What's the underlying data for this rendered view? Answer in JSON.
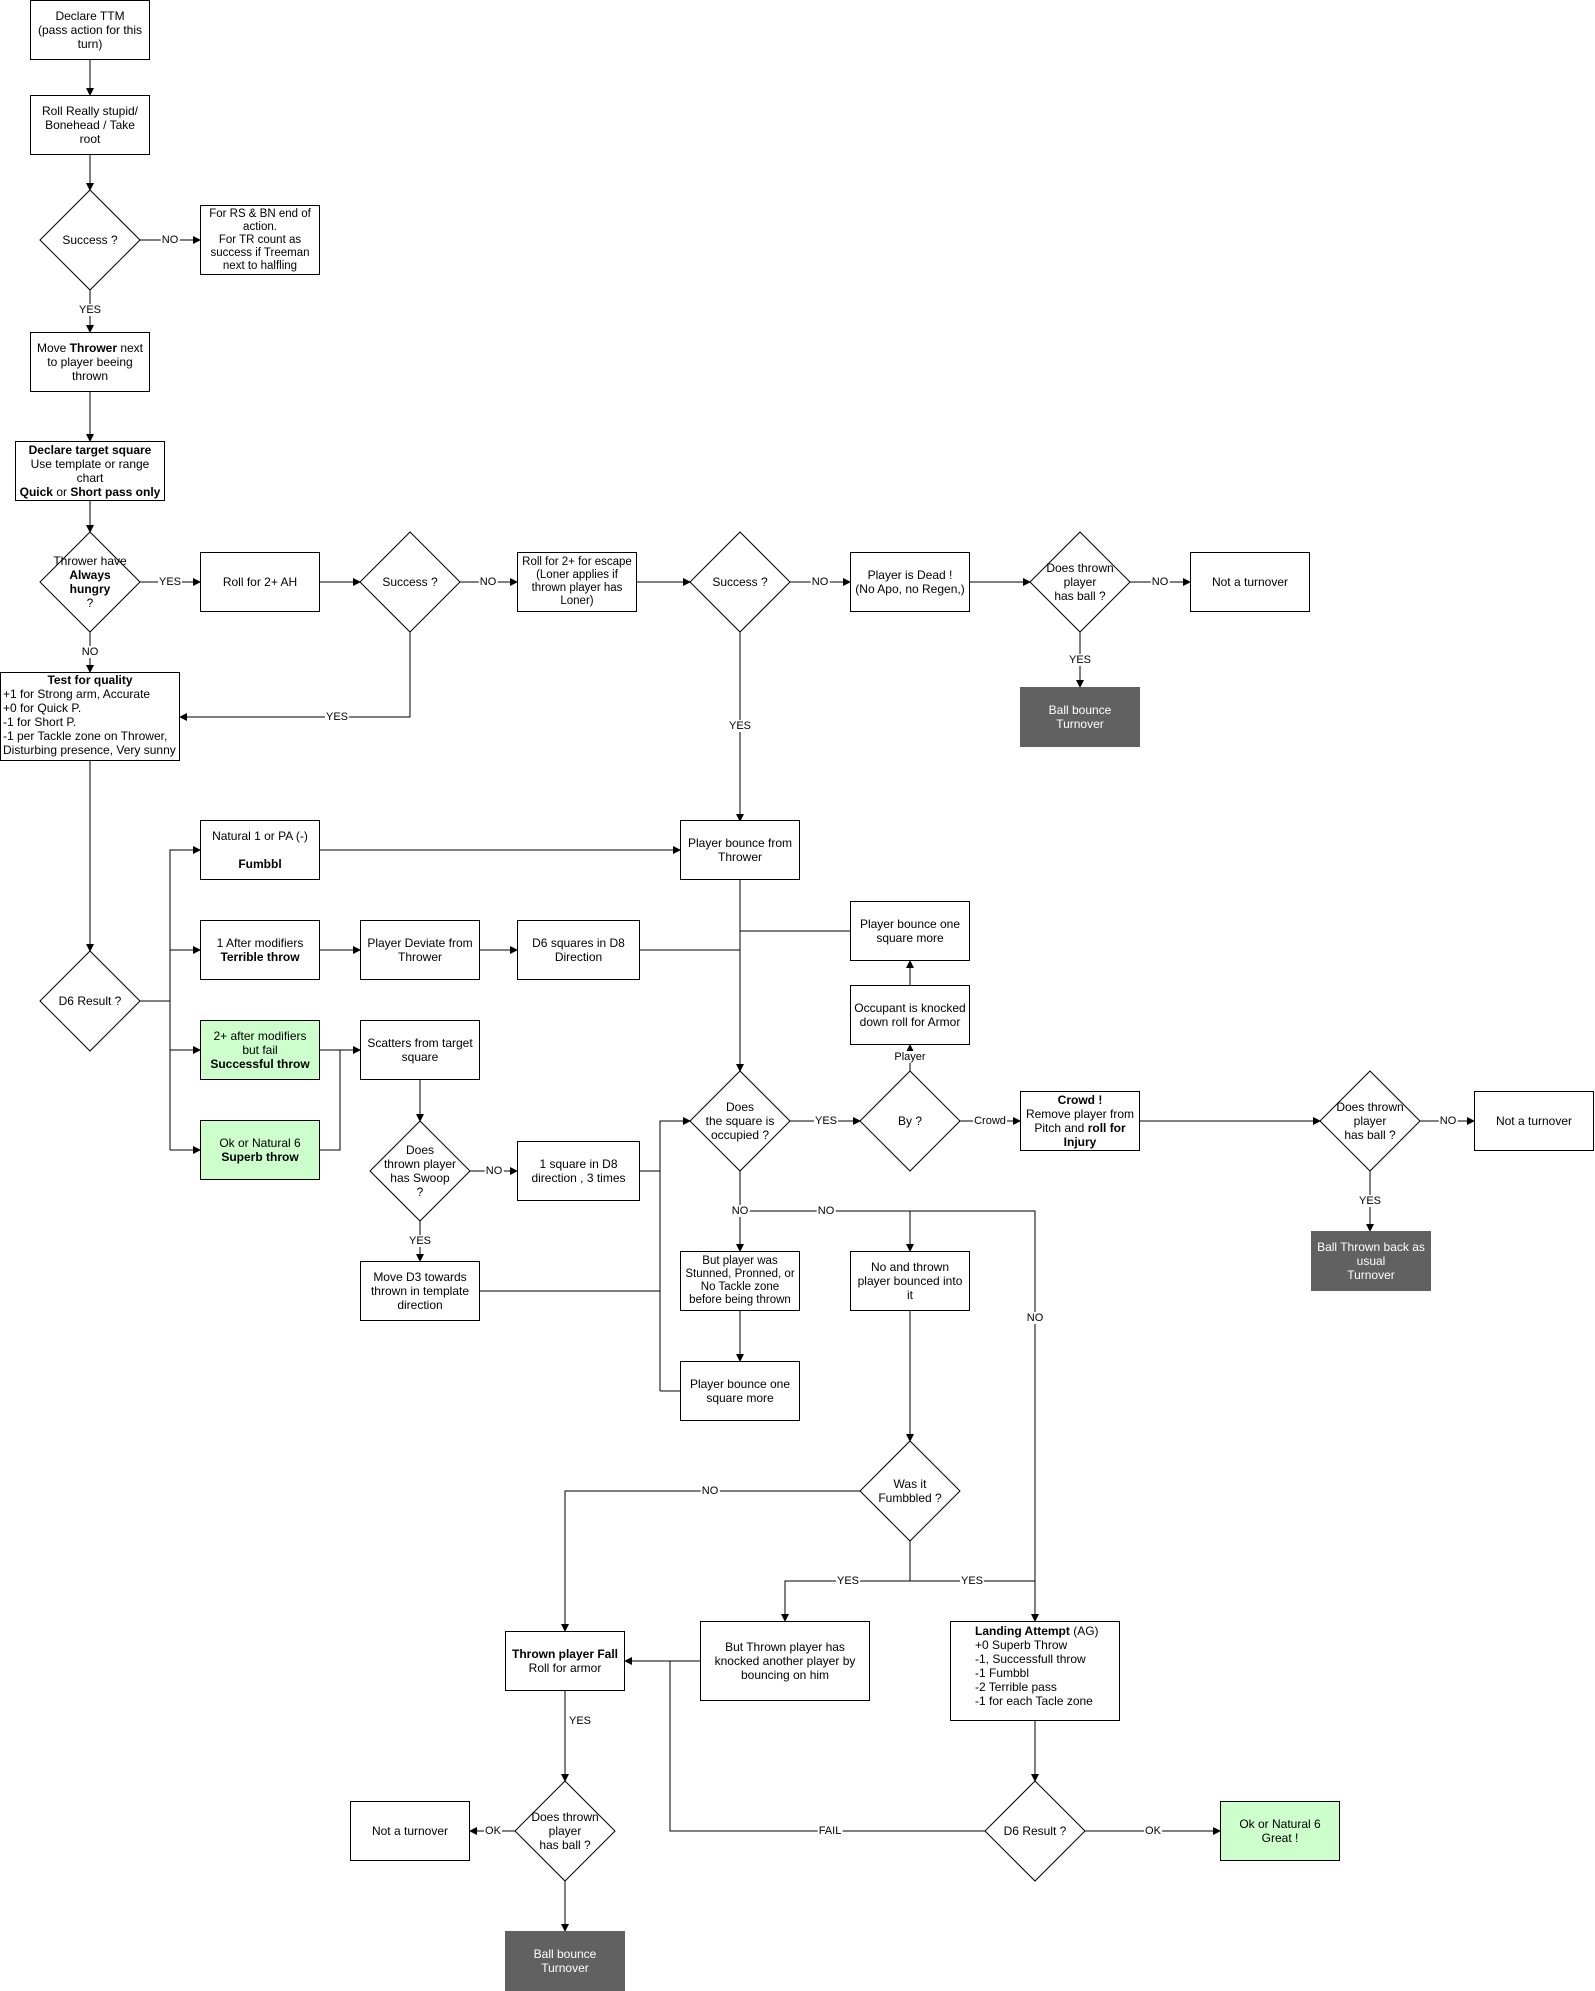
{
  "nodes": {
    "declare_ttm": "Declare TTM\n(pass action for this turn)",
    "roll_rs": "Roll Really stupid/\nBonehead / Take root",
    "success1": "Success ?",
    "rs_fail": "For RS & BN end of action.\nFor TR count as success if Treeman next to halfling",
    "move_thrower_a": "Move ",
    "move_thrower_b": "Thrower",
    "move_thrower_c": " next to player beeing thrown",
    "declare_target_a": "Declare target square",
    "declare_target_b": "Use template or range chart",
    "declare_target_c": "Quick",
    "declare_target_d": " or ",
    "declare_target_e": "Short pass only",
    "always_hungry_a": "Thrower have ",
    "always_hungry_b": "Always hungry",
    "always_hungry_c": "?",
    "roll_ah": "Roll for 2+ AH",
    "success2": "Success ?",
    "roll_escape": "Roll for 2+ for escape (Loner applies if thrown player has Loner)",
    "success3": "Success ?",
    "player_dead": "Player is Dead !\n(No Apo, no Regen,)",
    "has_ball1": "Does thrown player\nhas ball ?",
    "not_turnover1": "Not a turnover",
    "ball_bounce1": "Ball bounce\nTurnover",
    "test_quality_title": "Test for quality",
    "test_quality_body": "+1 for Strong arm, Accurate\n+0 for Quick P.\n-1 for Short P.\n-1 per Tackle zone on Thrower, Disturbing presence, Very sunny",
    "natural1_a": "Natural 1 or PA (-)",
    "natural1_b": "Fumbbl",
    "terrible_a": "1 After modifiers",
    "terrible_b": "Terrible throw",
    "successful_a": "2+ after modifiers but fail",
    "successful_b": "Successful throw",
    "superb_a": "Ok or Natural 6",
    "superb_b": "Superb throw",
    "d6_result1": "D6 Result ?",
    "deviate": "Player Deviate from Thrower",
    "d6_squares": "D6 squares in D8 Direction",
    "scatters": "Scatters from target square",
    "swoop": "Does\nthrown player\nhas Swoop\n?",
    "one_square_d8": "1 square in D8 direction , 3 times",
    "move_d3": "Move D3 towards thrown in template direction",
    "bounce_thrower": "Player bounce from Thrower",
    "bounce_more1": "Player bounce one square more",
    "occupant_knocked": "Occupant is knocked down roll for Armor",
    "occupied": "Does\nthe square is\noccupied ?",
    "by": "By ?",
    "crowd_a": "Crowd !",
    "crowd_b": "Remove player from Pitch and ",
    "crowd_c": "roll for Injury",
    "has_ball2": "Does thrown player\nhas ball ?",
    "not_turnover2": "Not a turnover",
    "ball_thrown_back": "Ball Thrown back as usual\nTurnover",
    "stunned": "But player was Stunned, Pronned, or No Tackle zone before being thrown",
    "no_bounced": "No and thrown player bounced into it",
    "bounce_more2": "Player bounce one square more",
    "fumbbled": "Was it\nFumbbled ?",
    "fall_a": "Thrown player Fall",
    "fall_b": "Roll for armor",
    "knocked_another": "But Thrown player has knocked another player by bouncing on him",
    "landing_a": "Landing Attempt",
    "landing_b": " (AG)",
    "landing_body": "+0 Superb Throw\n-1, Successfull throw\n-1 Fumbbl\n-2 Terrible pass\n-1 for each Tacle zone",
    "has_ball3": "Does thrown\nplayer\nhas ball ?",
    "not_turnover3": "Not a turnover",
    "ball_bounce2": "Ball bounce\nTurnover",
    "d6_result2": "D6 Result ?",
    "great_a": "Ok or Natural 6",
    "great_b": "Great !"
  },
  "edge_labels": {
    "no_rs": "NO",
    "yes_s1": "YES",
    "yes_ah": "YES",
    "no_ah": "NO",
    "no_s2": "NO",
    "yes_s2": "YES",
    "no_s3": "NO",
    "yes_s3": "YES",
    "no_hb1": "NO",
    "yes_hb1": "YES",
    "no_swoop": "NO",
    "yes_swoop": "YES",
    "yes_occ": "YES",
    "player_by": "Player",
    "crowd_by": "Crowd",
    "no_hb2": "NO",
    "yes_hb2": "YES",
    "no_occ1": "NO",
    "no_occ2": "NO",
    "no_occ3": "NO",
    "no_fumb": "NO",
    "yes_fumb1": "YES",
    "yes_fumb2": "YES",
    "yes_fall": "YES",
    "ok_hb3": "OK",
    "fail_d6": "FAIL",
    "ok_d6": "OK"
  },
  "colors": {
    "success_fill": "#ccffcc",
    "turnover_fill": "#616161",
    "line": "#000000"
  }
}
